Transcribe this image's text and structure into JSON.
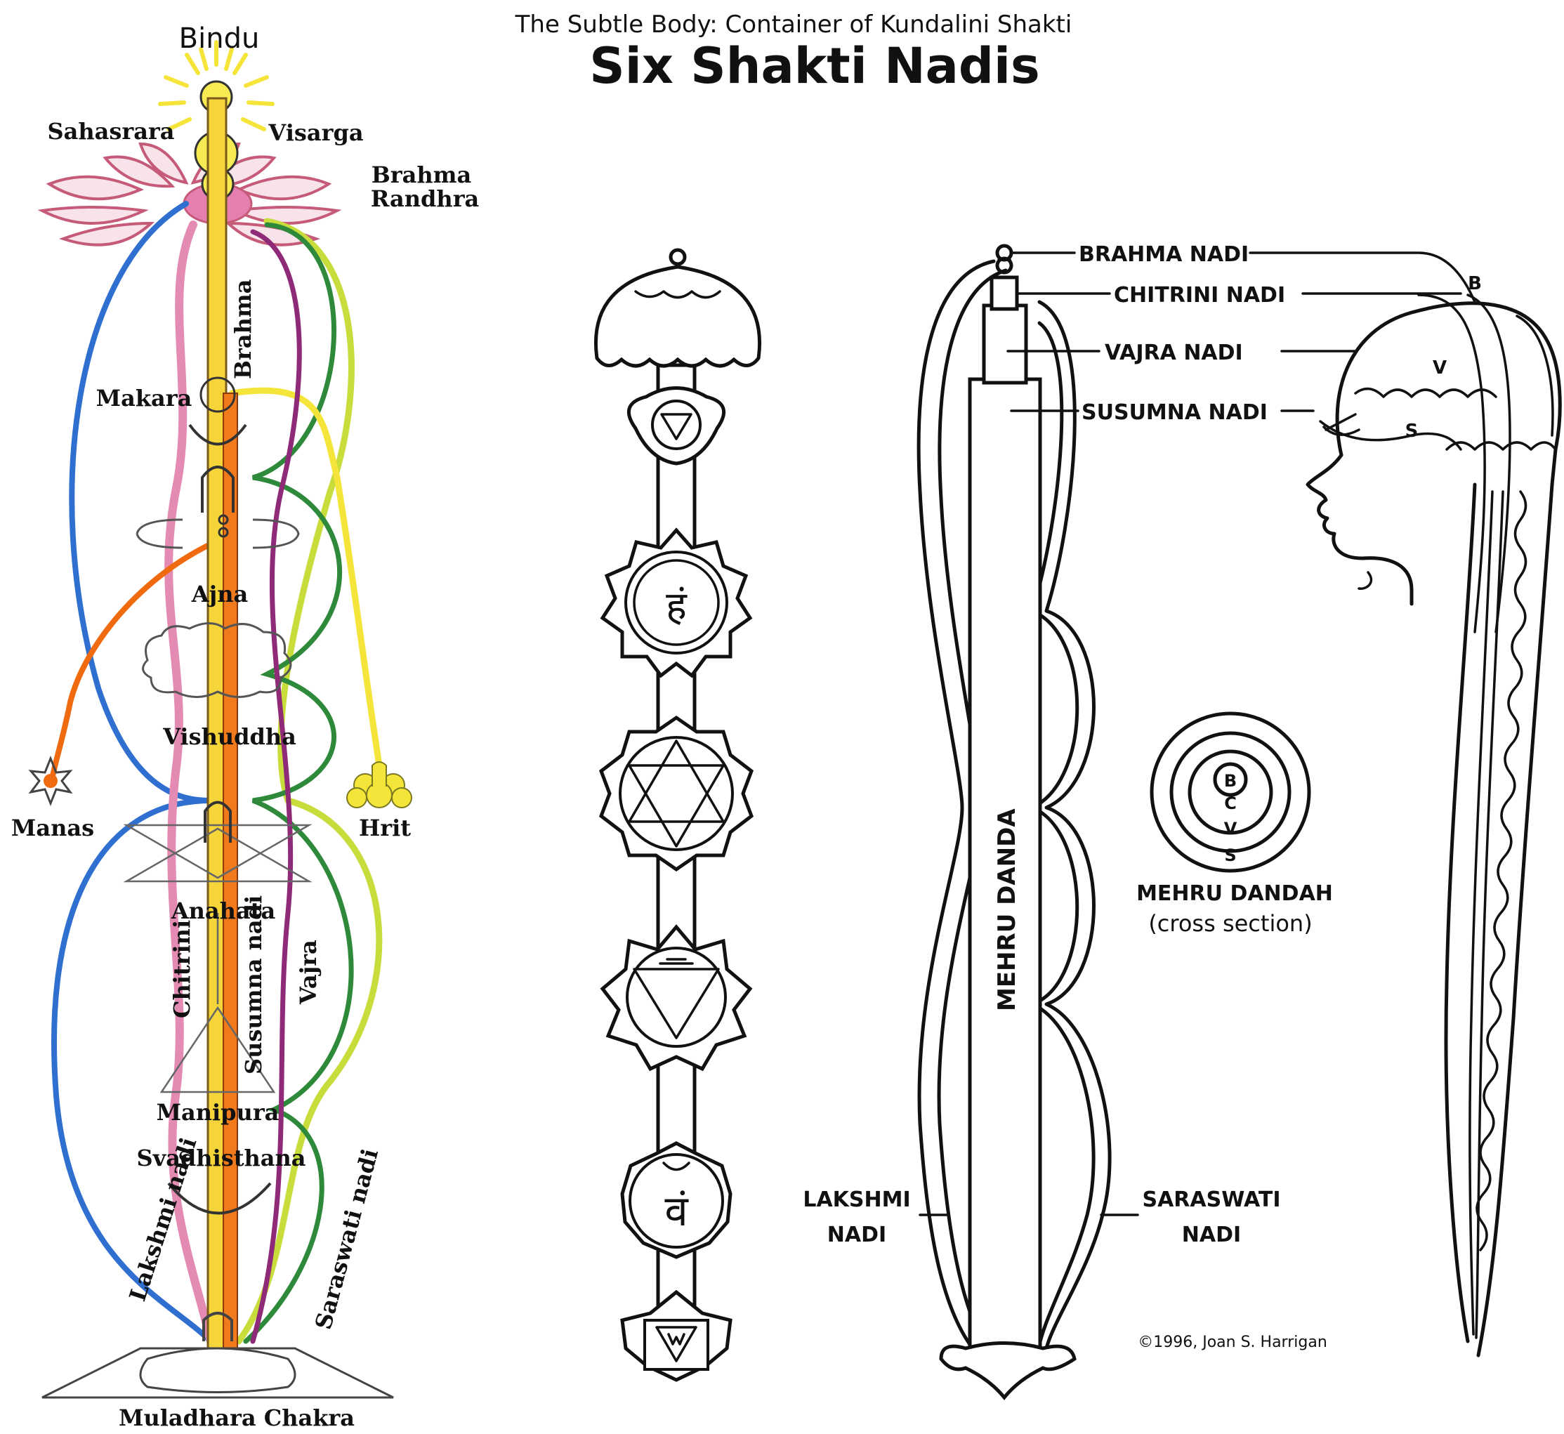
{
  "title": {
    "subtitle": "The Subtle Body: Container of Kundalini Shakti",
    "main": "Six Shakti Nadis"
  },
  "left_diagram": {
    "bindu": "Bindu",
    "sahasrara": "Sahasrara",
    "visarga": "Visarga",
    "brahma_randhra_1": "Brahma",
    "brahma_randhra_2": "Randhra",
    "brahma": "Brahma",
    "makara": "Makara",
    "ajna": "Ajna",
    "vishuddha": "Vishuddha",
    "manas": "Manas",
    "hrit": "Hrit",
    "anahata": "Anahata",
    "chitrini": "Chitrini",
    "susumna_nadi": "Susumna nadi",
    "vajra": "Vajra",
    "manipura": "Manipura",
    "svadhisthana": "Svadhisthana",
    "lakshmi_nadi": "Lakshmi nadi",
    "saraswati_nadi": "Saraswati nadi",
    "muladhara": "Muladhara Chakra",
    "nadi_colors": {
      "lakshmi": "#2f6fd0",
      "saraswati": "#c8dc3c",
      "brahma": "#f2df30",
      "chitrini": "#e48bb4",
      "susumna": "#f07a1c",
      "vajra": "#8e2a78",
      "green": "#2e8a3a",
      "manas": "#f06a10",
      "hrit": "#f5e53a"
    }
  },
  "right_diagram": {
    "brahma_nadi": "BRAHMA NADI",
    "chitrini_nadi": "CHITRINI NADI",
    "vajra_nadi": "VAJRA NADI",
    "susumna_nadi": "SUSUMNA NADI",
    "head_b": "B",
    "head_v": "V",
    "head_s": "S",
    "mehru_danda": "MEHRU DANDA",
    "cross_b": "B",
    "cross_c": "C",
    "cross_v": "V",
    "cross_s": "S",
    "cross_caption_1": "MEHRU DANDAH",
    "cross_caption_2": "(cross section)",
    "lakshmi_1": "LAKSHMI",
    "lakshmi_2": "NADI",
    "saraswati_1": "SARASWATI",
    "saraswati_2": "NADI",
    "copyright": "©1996, Joan S. Harrigan",
    "chakra_glyphs": {
      "vishuddha": "हं",
      "svadhisthana": "वं"
    }
  }
}
